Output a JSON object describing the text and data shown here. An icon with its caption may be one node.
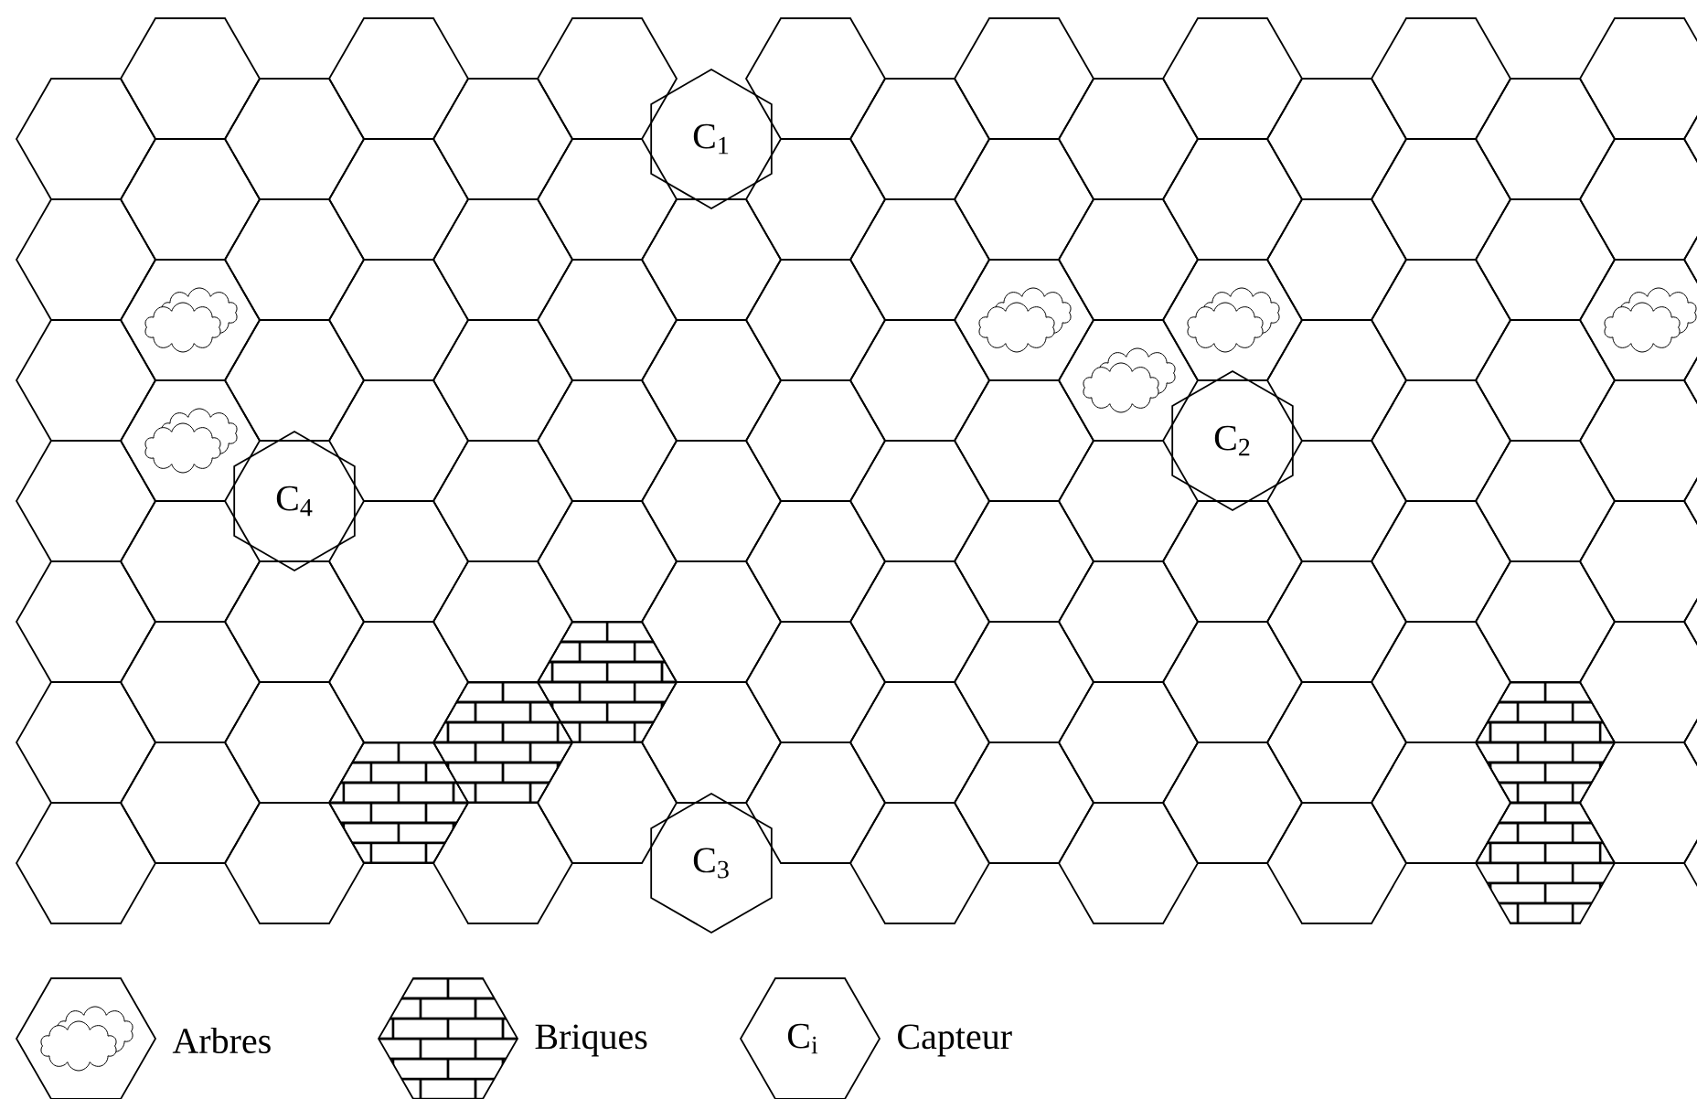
{
  "diagram": {
    "nodes": [
      {
        "text": [
          "C$_{1}$"
        ]
      },
      {
        "text": [
          "C$_{2}$"
        ]
      },
      {
        "text": [
          "C$_{3}$"
        ]
      },
      {
        "text": [
          "C$_{4}$"
        ]
      }
    ],
    "labels": [
      "C$_{i}$"
    ],
    "legend": [
      {
        "text": "Arbres"
      },
      {
        "text": "Briques"
      },
      {
        "text": "Capteur"
      }
    ]
  }
}
